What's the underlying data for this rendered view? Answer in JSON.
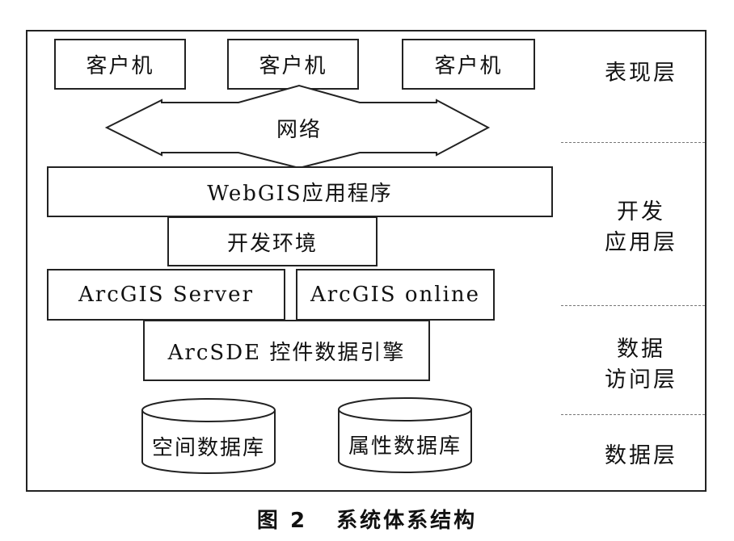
{
  "diagram": {
    "clients": [
      "客户机",
      "客户机",
      "客户机"
    ],
    "network": "网络",
    "webgis_app": "WebGIS应用程序",
    "dev_env": "开发环境",
    "arcgis_server": "ArcGIS Server",
    "arcgis_online": "ArcGIS online",
    "arcsde": "ArcSDE 控件数据引擎",
    "spatial_db": "空间数据库",
    "attribute_db": "属性数据库"
  },
  "layers": {
    "presentation": "表现层",
    "dev_app_line1": "开发",
    "dev_app_line2": "应用层",
    "data_access_line1": "数据",
    "data_access_line2": "访问层",
    "data": "数据层"
  },
  "caption": {
    "figure_no": "图 2",
    "title": "系统体系结构"
  }
}
